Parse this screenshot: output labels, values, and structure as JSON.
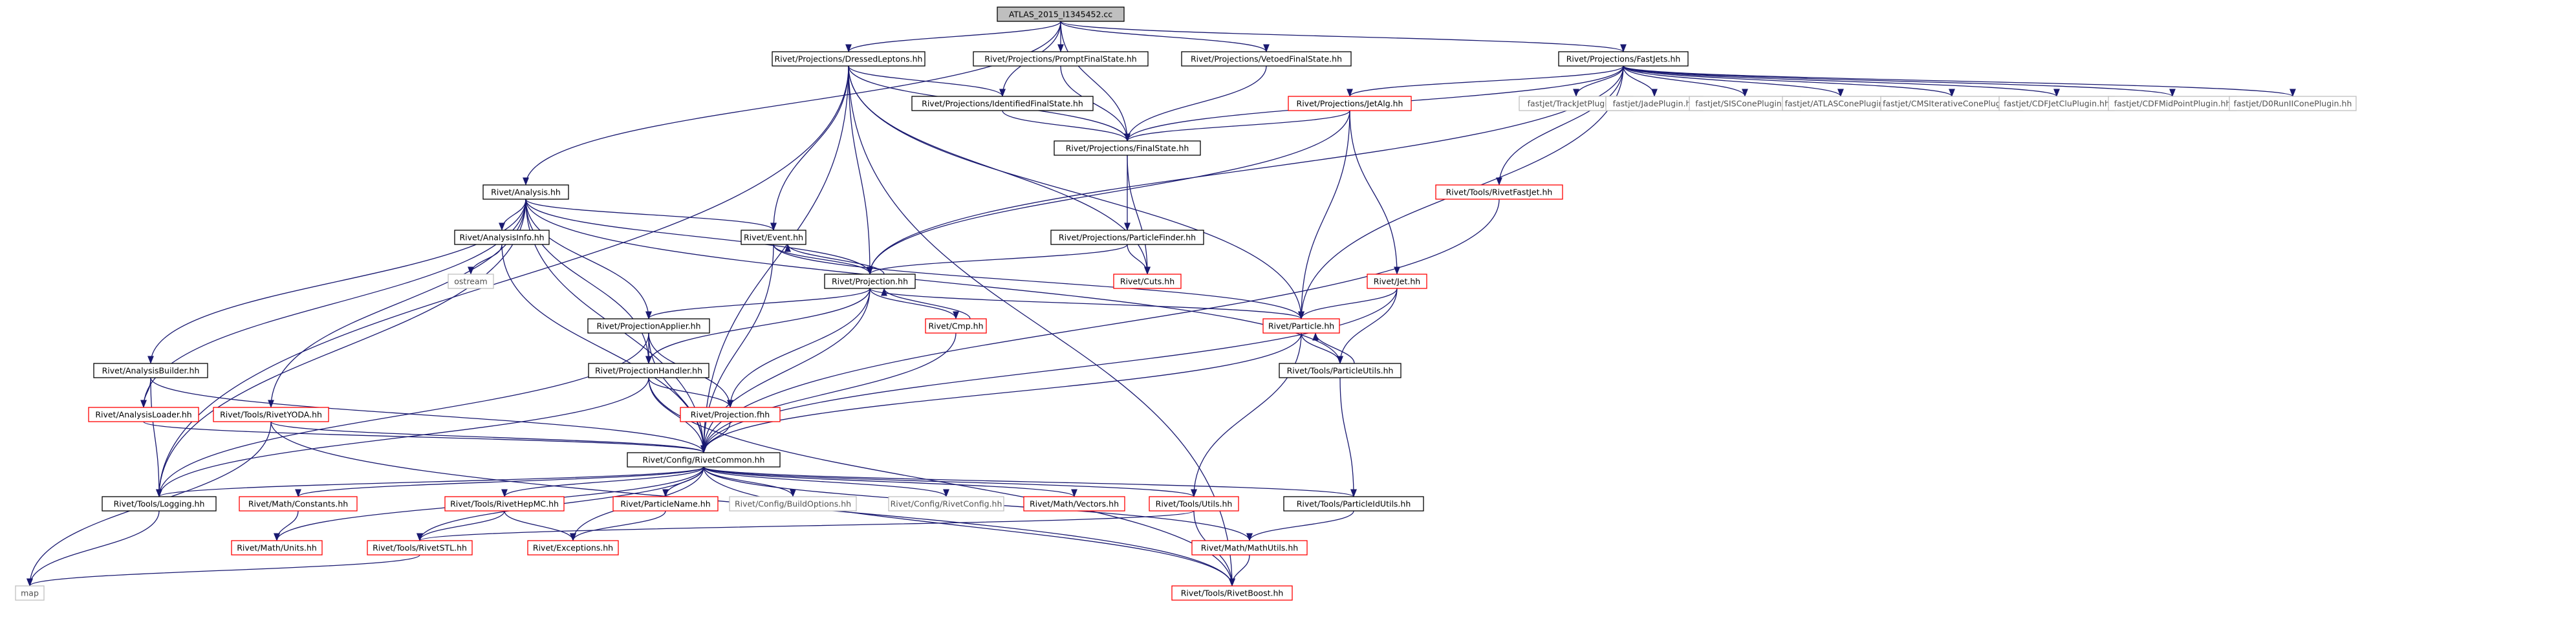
{
  "colors": {
    "edge": "#191970",
    "root_fill": "#bfbfbf",
    "black_border": "#000000",
    "red_border": "#ff0000",
    "gray_border": "#bfbfbf",
    "text": "#000000",
    "gray_text": "#505050"
  },
  "nodes": [
    {
      "id": "root",
      "label": "ATLAS_2015_I1345452.cc",
      "style": "root"
    },
    {
      "id": "dressed",
      "label": "Rivet/Projections/DressedLeptons.hh",
      "style": "black"
    },
    {
      "id": "promptfs",
      "label": "Rivet/Projections/PromptFinalState.hh",
      "style": "black"
    },
    {
      "id": "vetoedfs",
      "label": "Rivet/Projections/VetoedFinalState.hh",
      "style": "black"
    },
    {
      "id": "fastjets",
      "label": "Rivet/Projections/FastJets.hh",
      "style": "black"
    },
    {
      "id": "identfs",
      "label": "Rivet/Projections/IdentifiedFinalState.hh",
      "style": "black"
    },
    {
      "id": "jetalg",
      "label": "Rivet/Projections/JetAlg.hh",
      "style": "red"
    },
    {
      "id": "trackjet",
      "label": "fastjet/TrackJetPlugin.hh",
      "style": "gray"
    },
    {
      "id": "jade",
      "label": "fastjet/JadePlugin.hh",
      "style": "gray"
    },
    {
      "id": "siscone",
      "label": "fastjet/SISConePlugin.hh",
      "style": "gray"
    },
    {
      "id": "atlascone",
      "label": "fastjet/ATLASConePlugin.hh",
      "style": "gray"
    },
    {
      "id": "cmsit",
      "label": "fastjet/CMSIterativeConePlugin.hh",
      "style": "gray"
    },
    {
      "id": "cdfjetclu",
      "label": "fastjet/CDFJetCluPlugin.hh",
      "style": "gray"
    },
    {
      "id": "cdfmid",
      "label": "fastjet/CDFMidPointPlugin.hh",
      "style": "gray"
    },
    {
      "id": "d0run",
      "label": "fastjet/D0RunIIConePlugin.hh",
      "style": "gray"
    },
    {
      "id": "finalstate",
      "label": "Rivet/Projections/FinalState.hh",
      "style": "black"
    },
    {
      "id": "analysis",
      "label": "Rivet/Analysis.hh",
      "style": "black"
    },
    {
      "id": "rivetfastjet",
      "label": "Rivet/Tools/RivetFastJet.hh",
      "style": "red"
    },
    {
      "id": "partfinder",
      "label": "Rivet/Projections/ParticleFinder.hh",
      "style": "black"
    },
    {
      "id": "analysisinfo",
      "label": "Rivet/AnalysisInfo.hh",
      "style": "black"
    },
    {
      "id": "event",
      "label": "Rivet/Event.hh",
      "style": "black"
    },
    {
      "id": "cuts",
      "label": "Rivet/Cuts.hh",
      "style": "red"
    },
    {
      "id": "ostream",
      "label": "ostream",
      "style": "gray"
    },
    {
      "id": "projection",
      "label": "Rivet/Projection.hh",
      "style": "black"
    },
    {
      "id": "jet",
      "label": "Rivet/Jet.hh",
      "style": "red"
    },
    {
      "id": "projapplier",
      "label": "Rivet/ProjectionApplier.hh",
      "style": "black"
    },
    {
      "id": "cmp",
      "label": "Rivet/Cmp.hh",
      "style": "red"
    },
    {
      "id": "particle",
      "label": "Rivet/Particle.hh",
      "style": "red"
    },
    {
      "id": "anabuilder",
      "label": "Rivet/AnalysisBuilder.hh",
      "style": "black"
    },
    {
      "id": "projhandler",
      "label": "Rivet/ProjectionHandler.hh",
      "style": "black"
    },
    {
      "id": "particleutils",
      "label": "Rivet/Tools/ParticleUtils.hh",
      "style": "black"
    },
    {
      "id": "analoader",
      "label": "Rivet/AnalysisLoader.hh",
      "style": "red"
    },
    {
      "id": "rivetyoda",
      "label": "Rivet/Tools/RivetYODA.hh",
      "style": "red"
    },
    {
      "id": "projfhh",
      "label": "Rivet/Projection.fhh",
      "style": "red"
    },
    {
      "id": "common",
      "label": "Rivet/Config/RivetCommon.hh",
      "style": "black"
    },
    {
      "id": "logging",
      "label": "Rivet/Tools/Logging.hh",
      "style": "black"
    },
    {
      "id": "constants",
      "label": "Rivet/Math/Constants.hh",
      "style": "red"
    },
    {
      "id": "hepmc",
      "label": "Rivet/Tools/RivetHepMC.hh",
      "style": "red"
    },
    {
      "id": "particlename",
      "label": "Rivet/ParticleName.hh",
      "style": "red"
    },
    {
      "id": "buildopts",
      "label": "Rivet/Config/BuildOptions.hh",
      "style": "gray"
    },
    {
      "id": "rivetconfig",
      "label": "Rivet/Config/RivetConfig.hh",
      "style": "gray"
    },
    {
      "id": "vectors",
      "label": "Rivet/Math/Vectors.hh",
      "style": "red"
    },
    {
      "id": "utils",
      "label": "Rivet/Tools/Utils.hh",
      "style": "red"
    },
    {
      "id": "pidutils",
      "label": "Rivet/Tools/ParticleIdUtils.hh",
      "style": "black"
    },
    {
      "id": "units",
      "label": "Rivet/Math/Units.hh",
      "style": "red"
    },
    {
      "id": "rivetstl",
      "label": "Rivet/Tools/RivetSTL.hh",
      "style": "red"
    },
    {
      "id": "exceptions",
      "label": "Rivet/Exceptions.hh",
      "style": "red"
    },
    {
      "id": "mathutils",
      "label": "Rivet/Math/MathUtils.hh",
      "style": "red"
    },
    {
      "id": "map",
      "label": "map",
      "style": "gray"
    },
    {
      "id": "boost",
      "label": "Rivet/Tools/RivetBoost.hh",
      "style": "red"
    }
  ],
  "edges": [
    [
      "root",
      "dressed"
    ],
    [
      "root",
      "promptfs"
    ],
    [
      "root",
      "vetoedfs"
    ],
    [
      "root",
      "fastjets"
    ],
    [
      "root",
      "identfs"
    ],
    [
      "root",
      "finalstate"
    ],
    [
      "root",
      "analysis"
    ],
    [
      "dressed",
      "identfs"
    ],
    [
      "dressed",
      "finalstate"
    ],
    [
      "dressed",
      "event"
    ],
    [
      "dressed",
      "projection"
    ],
    [
      "dressed",
      "cuts"
    ],
    [
      "dressed",
      "particle"
    ],
    [
      "dressed",
      "logging"
    ],
    [
      "dressed",
      "common"
    ],
    [
      "dressed",
      "boost"
    ],
    [
      "promptfs",
      "finalstate"
    ],
    [
      "vetoedfs",
      "finalstate"
    ],
    [
      "fastjets",
      "finalstate"
    ],
    [
      "fastjets",
      "jetalg"
    ],
    [
      "fastjets",
      "trackjet"
    ],
    [
      "fastjets",
      "jade"
    ],
    [
      "fastjets",
      "siscone"
    ],
    [
      "fastjets",
      "atlascone"
    ],
    [
      "fastjets",
      "cmsit"
    ],
    [
      "fastjets",
      "cdfjetclu"
    ],
    [
      "fastjets",
      "cdfmid"
    ],
    [
      "fastjets",
      "d0run"
    ],
    [
      "fastjets",
      "rivetfastjet"
    ],
    [
      "fastjets",
      "particle"
    ],
    [
      "fastjets",
      "projection"
    ],
    [
      "identfs",
      "finalstate"
    ],
    [
      "jetalg",
      "finalstate"
    ],
    [
      "jetalg",
      "jet"
    ],
    [
      "jetalg",
      "particle"
    ],
    [
      "jetalg",
      "projection"
    ],
    [
      "finalstate",
      "partfinder"
    ],
    [
      "finalstate",
      "cuts"
    ],
    [
      "partfinder",
      "projection"
    ],
    [
      "partfinder",
      "cuts"
    ],
    [
      "analysis",
      "analysisinfo"
    ],
    [
      "analysis",
      "event"
    ],
    [
      "analysis",
      "projection"
    ],
    [
      "analysis",
      "projapplier"
    ],
    [
      "analysis",
      "projhandler"
    ],
    [
      "analysis",
      "anabuilder"
    ],
    [
      "analysis",
      "analoader"
    ],
    [
      "analysis",
      "rivetyoda"
    ],
    [
      "analysis",
      "common"
    ],
    [
      "analysis",
      "logging"
    ],
    [
      "analysis",
      "particleutils"
    ],
    [
      "rivetfastjet",
      "common"
    ],
    [
      "analysisinfo",
      "ostream"
    ],
    [
      "analysisinfo",
      "common"
    ],
    [
      "event",
      "projection"
    ],
    [
      "event",
      "common"
    ],
    [
      "event",
      "particle"
    ],
    [
      "projection",
      "event"
    ],
    [
      "projection",
      "cmp"
    ],
    [
      "projection",
      "projapplier"
    ],
    [
      "projection",
      "projhandler"
    ],
    [
      "projection",
      "projfhh"
    ],
    [
      "projection",
      "common"
    ],
    [
      "projection",
      "particle"
    ],
    [
      "cmp",
      "projection"
    ],
    [
      "cmp",
      "common"
    ],
    [
      "jet",
      "particle"
    ],
    [
      "jet",
      "particleutils"
    ],
    [
      "jet",
      "common"
    ],
    [
      "particle",
      "particleutils"
    ],
    [
      "particle",
      "common"
    ],
    [
      "particle",
      "utils"
    ],
    [
      "particleutils",
      "particle"
    ],
    [
      "particleutils",
      "pidutils"
    ],
    [
      "projapplier",
      "projhandler"
    ],
    [
      "projapplier",
      "projfhh"
    ],
    [
      "projapplier",
      "common"
    ],
    [
      "projapplier",
      "logging"
    ],
    [
      "projhandler",
      "projfhh"
    ],
    [
      "projhandler",
      "common"
    ],
    [
      "projhandler",
      "logging"
    ],
    [
      "projhandler",
      "boost"
    ],
    [
      "anabuilder",
      "analoader"
    ],
    [
      "anabuilder",
      "common"
    ],
    [
      "anabuilder",
      "logging"
    ],
    [
      "analoader",
      "common"
    ],
    [
      "rivetyoda",
      "common"
    ],
    [
      "rivetyoda",
      "map"
    ],
    [
      "rivetyoda",
      "boost"
    ],
    [
      "projfhh",
      "common"
    ],
    [
      "common",
      "logging"
    ],
    [
      "common",
      "constants"
    ],
    [
      "common",
      "hepmc"
    ],
    [
      "common",
      "particlename"
    ],
    [
      "common",
      "buildopts"
    ],
    [
      "common",
      "rivetconfig"
    ],
    [
      "common",
      "vectors"
    ],
    [
      "common",
      "utils"
    ],
    [
      "common",
      "pidutils"
    ],
    [
      "common",
      "units"
    ],
    [
      "common",
      "rivetstl"
    ],
    [
      "common",
      "exceptions"
    ],
    [
      "common",
      "mathutils"
    ],
    [
      "common",
      "boost"
    ],
    [
      "logging",
      "map"
    ],
    [
      "constants",
      "units"
    ],
    [
      "hepmc",
      "rivetstl"
    ],
    [
      "hepmc",
      "exceptions"
    ],
    [
      "particlename",
      "exceptions"
    ],
    [
      "utils",
      "rivetstl"
    ],
    [
      "utils",
      "boost"
    ],
    [
      "pidutils",
      "mathutils"
    ],
    [
      "mathutils",
      "boost"
    ],
    [
      "rivetstl",
      "map"
    ]
  ]
}
